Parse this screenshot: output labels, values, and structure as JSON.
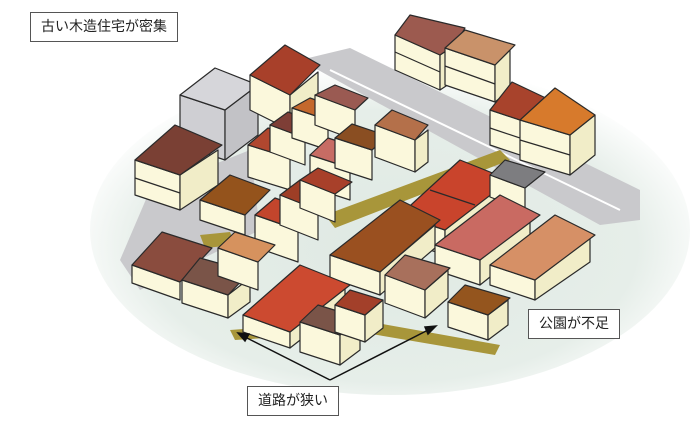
{
  "labels": {
    "dense_old_wooden_houses": "古い木造住宅が密集",
    "lack_of_parks": "公園が不足",
    "narrow_roads": "道路が狭い"
  },
  "colors": {
    "ground": "#e3ece6",
    "road_gray": "#c9c9cc",
    "narrow_road": "#a8963a",
    "wall": "#fbf8dc",
    "outline": "#2a2a2a"
  }
}
